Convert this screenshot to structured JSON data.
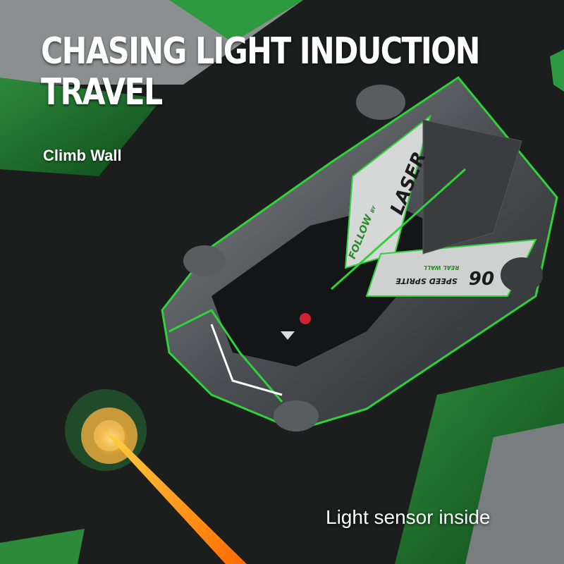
{
  "headline": {
    "line1": "CHASING LIGHT INDUCTION",
    "line2": "TRAVEL"
  },
  "subtitle": "Climb Wall",
  "caption": "Light sensor inside",
  "car_decals": {
    "follow": "FOLLOW",
    "by": "BY",
    "laser": "LASER",
    "number": "06",
    "model": "SPEED SPRITE",
    "tagline": "REAL WALL"
  },
  "colors": {
    "accent_green": "#2fd23a",
    "laser_orange": "#ff9a1a",
    "background": "#1c1d1d"
  }
}
